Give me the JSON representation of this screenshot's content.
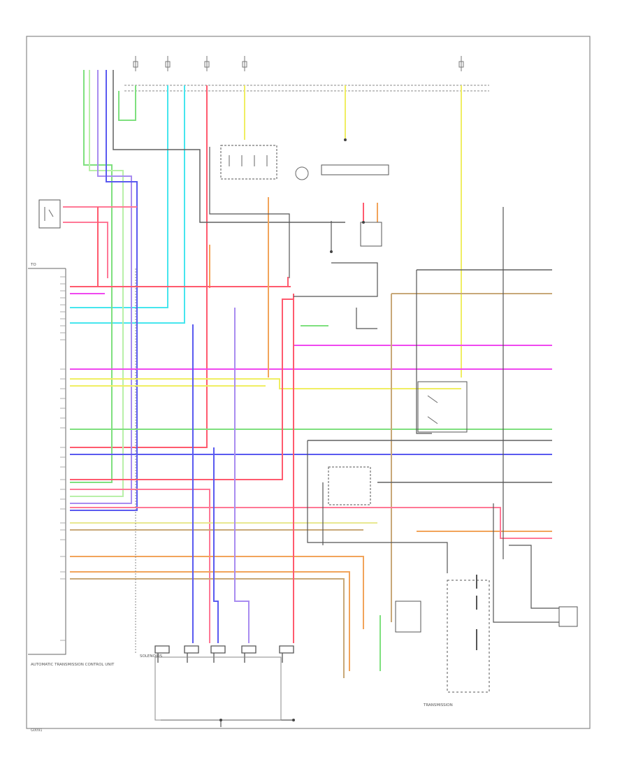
{
  "colors": {
    "green": "#7ee07e",
    "light_green": "#b8f0a8",
    "cyan": "#46e6ee",
    "red": "#ff5a6e",
    "pink": "#ff7896",
    "magenta": "#f048f0",
    "yellow": "#f0ee62",
    "orange": "#f2a45a",
    "tan": "#c8a878",
    "blue": "#5a5af0",
    "violet": "#a88cf0",
    "gray": "#606060",
    "white": "#e8e8e8"
  },
  "labels": {
    "control_unit": "AUTOMATIC TRANSMISSION CONTROL UNIT",
    "solenoids": "SOLENOIDS",
    "transmission": "TRANSMISSION",
    "footer_code": "G0091"
  }
}
